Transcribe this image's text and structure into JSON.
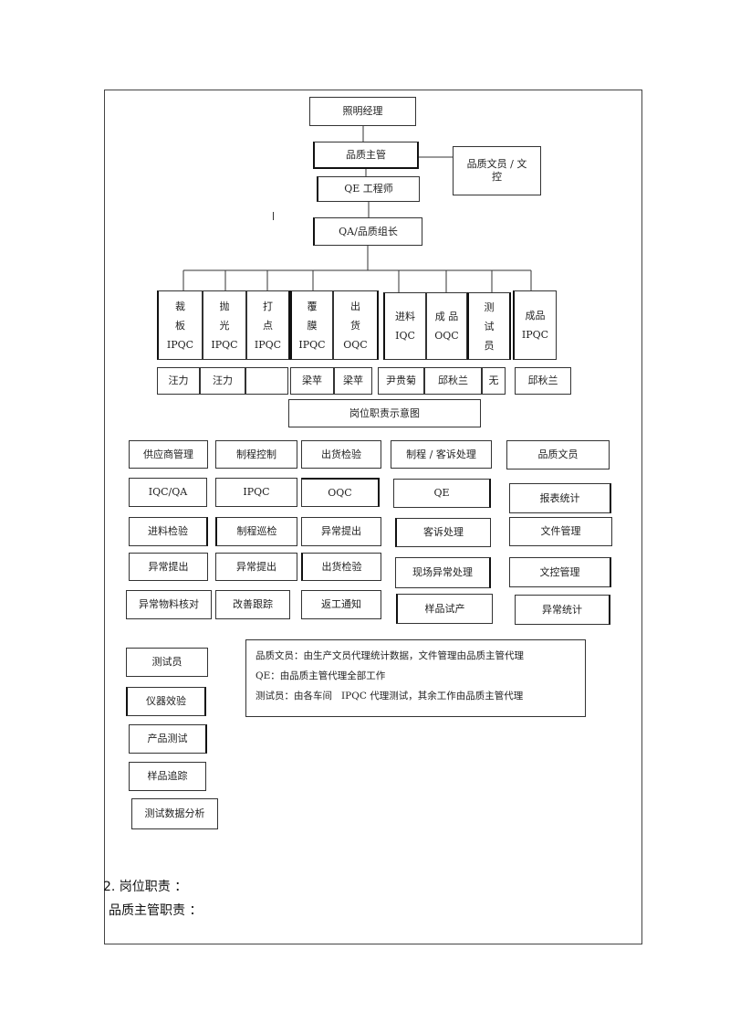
{
  "org": {
    "director": "照明经理",
    "qc_manager": "品质主管",
    "clerk": "品质文员 / 文\n控",
    "qe": "QE 工程师",
    "qa_lead": "QA/品质组长",
    "stations": [
      "裁\n板\nIPQC",
      "抛\n光\nIPQC",
      "打\n点\nIPQC",
      "覆\n膜\nIPQC",
      "出\n货\nOQC",
      "进料\nIQC",
      "成 品\nOQC",
      "测\n试\n员",
      "成品\nIPQC"
    ],
    "staff": [
      "汪力",
      "汪力",
      "",
      "梁苹",
      "梁苹",
      "尹贵菊",
      "邱秋兰",
      "无",
      "邱秋兰"
    ],
    "diagram_title": "岗位职责示意图"
  },
  "columns": [
    {
      "header": "供应商管理",
      "items": [
        "IQC/QA",
        "进料检验",
        "异常提出",
        "异常物料核对"
      ]
    },
    {
      "header": "制程控制",
      "items": [
        "IPQC",
        "制程巡检",
        "异常提出",
        "改善跟踪"
      ]
    },
    {
      "header": "出货检验",
      "items": [
        "OQC",
        "异常提出",
        "出货检验",
        "返工通知"
      ]
    },
    {
      "header": "制程 / 客诉处理",
      "items": [
        "QE",
        "客诉处理",
        "现场异常处理",
        "样品试产"
      ]
    },
    {
      "header": "品质文员",
      "items": [
        "报表统计",
        "文件管理",
        "文控管理",
        "异常统计"
      ]
    }
  ],
  "tester": {
    "header": "测试员",
    "items": [
      "仪器效验",
      "产品测试",
      "样品追踪",
      "测试数据分析"
    ]
  },
  "notes": [
    "品质文员：由生产文员代理统计数据，文件管理由品质主管代理",
    "QE：由品质主管代理全部工作",
    "测试员：由各车间   IPQC 代理测试，其余工作由品质主管代理"
  ],
  "section": {
    "heading": "2. 岗位职责 ：",
    "sub": "品质主管职责 ："
  }
}
